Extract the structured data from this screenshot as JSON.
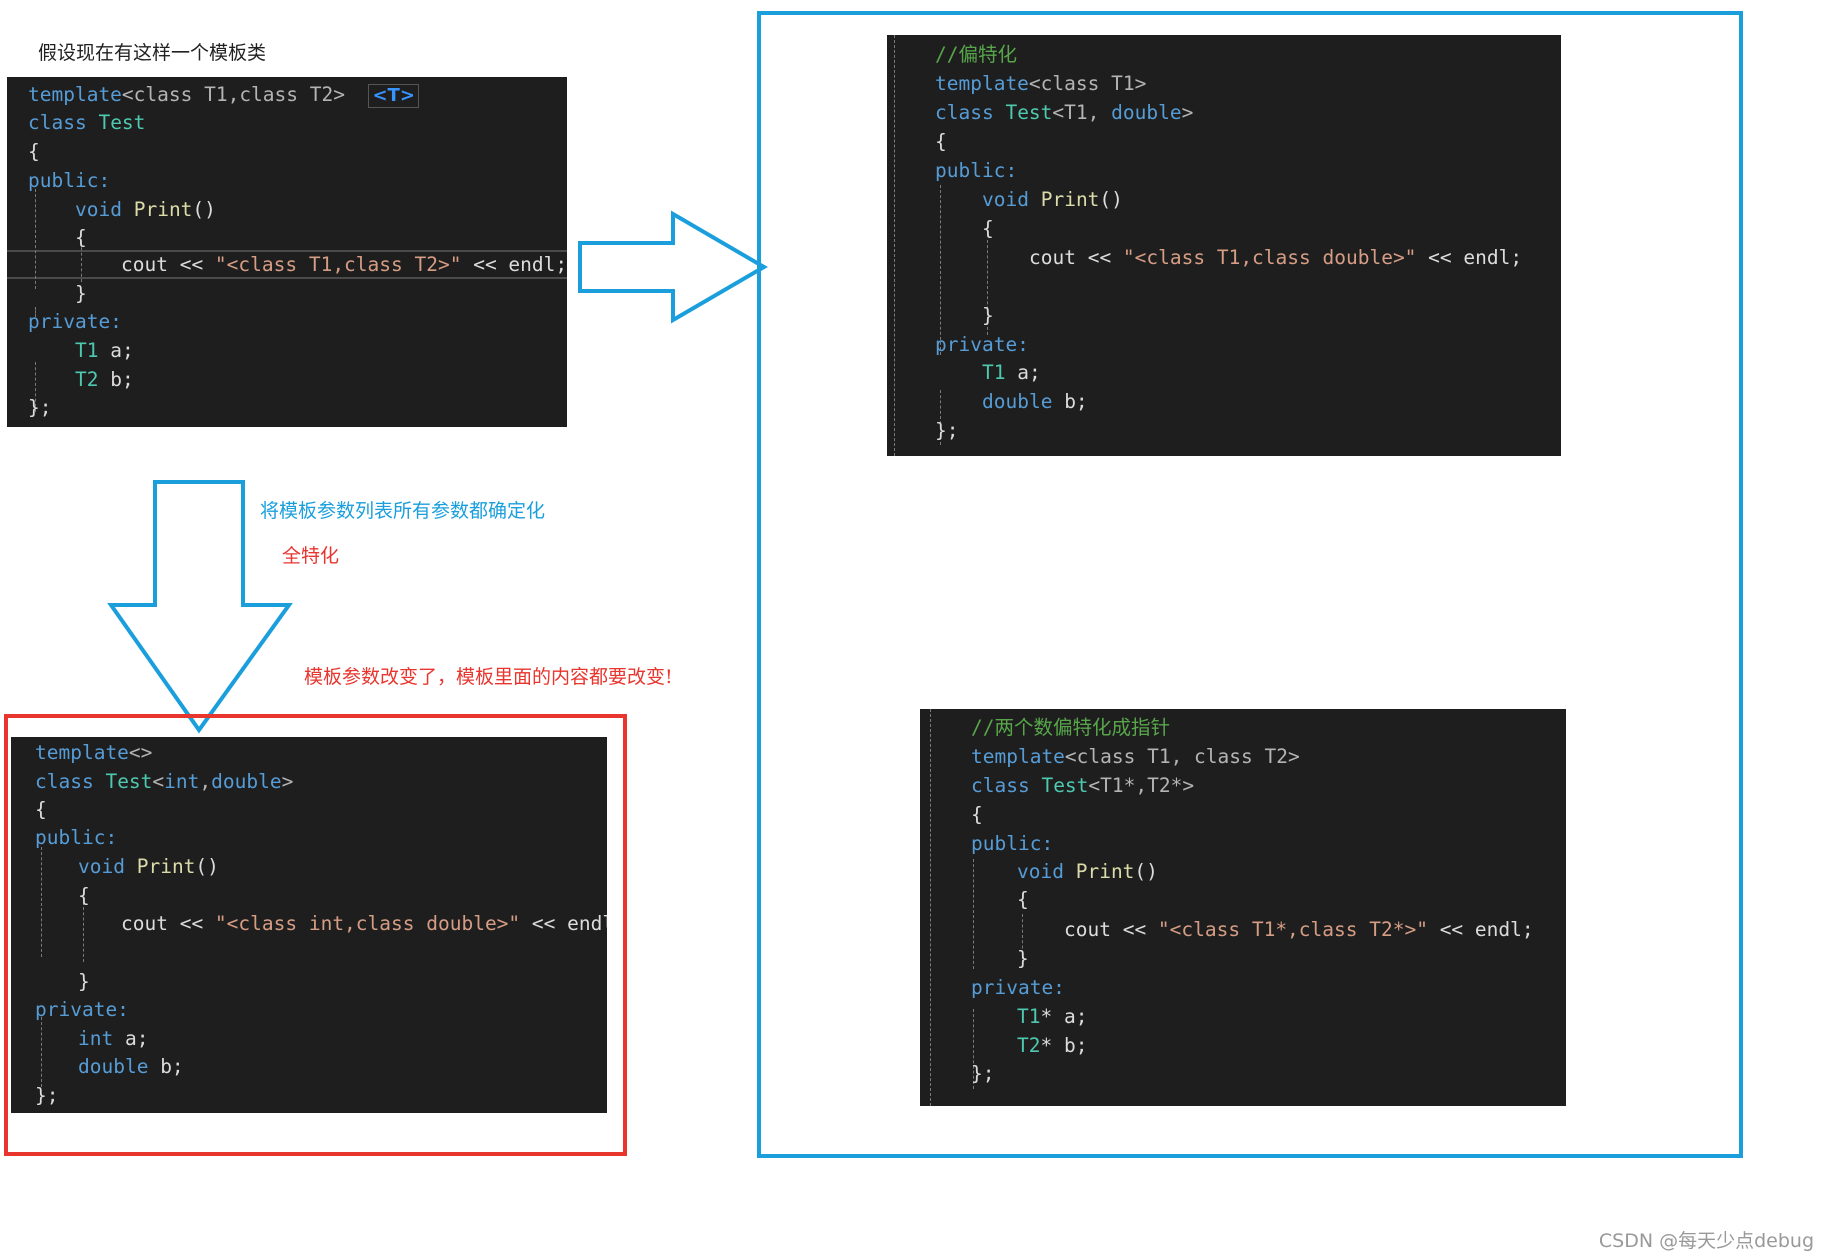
{
  "captions": {
    "intro": "假设现在有这样一个模板类",
    "full_spec_desc": "将模板参数列表所有参数都确定化",
    "full_spec_name": "全特化",
    "change_note": "模板参数改变了，模板里面的内容都要改变!"
  },
  "watermark": "CSDN @每天少点debug",
  "badge": "<T>",
  "colors": {
    "blue_frame": "#1a9fdc",
    "red_frame": "#e8352e",
    "editor_bg": "#1e1e1e",
    "keyword": "#569cd6",
    "type": "#4ec9b0",
    "string": "#d69d85",
    "comment": "#57a64a"
  },
  "original_code": {
    "l1_kw": "template",
    "l1_rest": "<class T1,class T2>",
    "l2_kw": "class",
    "l2_type": "Test",
    "l3": "{",
    "l4": "public:",
    "l5_kw": "void",
    "l5_fn": "Print",
    "l5_rest": "()",
    "l6": "{",
    "l7_pre": "cout << ",
    "l7_str": "\"<class T1,class T2>\"",
    "l7_post": " << endl;",
    "l8": "}",
    "l9": "private:",
    "l10_type": "T1",
    "l10_rest": " a;",
    "l11_type": "T2",
    "l11_rest": " b;",
    "l12": "};"
  },
  "full_spec_code": {
    "l1_kw": "template",
    "l1_rest": "<>",
    "l2_kw": "class",
    "l2_type": "Test",
    "l2_rest_a": "<",
    "l2_kw2": "int",
    "l2_rest_b": ",",
    "l2_kw3": "double",
    "l2_rest_c": ">",
    "l3": "{",
    "l4": "public:",
    "l5_kw": "void",
    "l5_fn": "Print",
    "l5_rest": "()",
    "l6": "{",
    "l7_pre": "cout << ",
    "l7_str": "\"<class int,class double>\"",
    "l7_post": " << endl;",
    "l8": "}",
    "l9": "private:",
    "l10_kw": "int",
    "l10_rest": " a;",
    "l11_kw": "double",
    "l11_rest": " b;",
    "l12": "};"
  },
  "partial_spec_code": {
    "l0": "//偏特化",
    "l1_kw": "template",
    "l1_rest": "<class T1>",
    "l2_kw": "class",
    "l2_type": "Test",
    "l2_rest_a": "<T1, ",
    "l2_kw2": "double",
    "l2_rest_b": ">",
    "l3": "{",
    "l4": "public:",
    "l5_kw": "void",
    "l5_fn": "Print",
    "l5_rest": "()",
    "l6": "{",
    "l7_pre": "cout << ",
    "l7_str": "\"<class T1,class double>\"",
    "l7_post": " << endl;",
    "l8": "}",
    "l9": "private:",
    "l10_type": "T1",
    "l10_rest": " a;",
    "l11_kw": "double",
    "l11_rest": " b;",
    "l12": "};"
  },
  "pointer_spec_code": {
    "l0": "//两个数偏特化成指针",
    "l1_kw": "template",
    "l1_rest": "<class T1, class T2>",
    "l2_kw": "class",
    "l2_type": "Test",
    "l2_rest": "<T1*,T2*>",
    "l3": "{",
    "l4": "public:",
    "l5_kw": "void",
    "l5_fn": "Print",
    "l5_rest": "()",
    "l6": "{",
    "l7_pre": "cout << ",
    "l7_str": "\"<class T1*,class T2*>\"",
    "l7_post": " << endl;",
    "l8": "}",
    "l9": "private:",
    "l10_type": "T1",
    "l10_rest": "* a;",
    "l11_type": "T2",
    "l11_rest": "* b;",
    "l12": "};"
  }
}
